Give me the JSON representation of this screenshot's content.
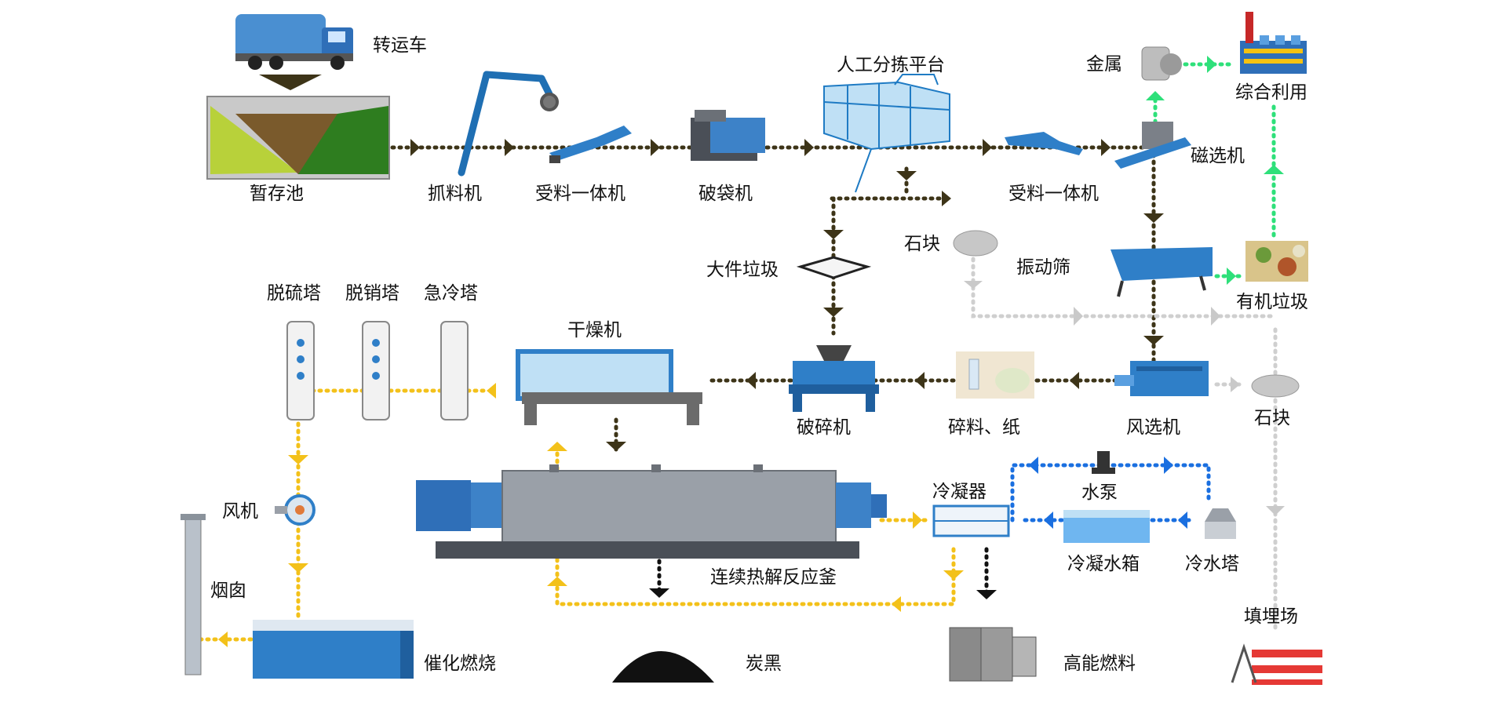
{
  "labels": {
    "transfer_truck": "转运车",
    "storage_pit": "暂存池",
    "grab_machine": "抓料机",
    "feeder_1": "受料一体机",
    "bag_breaker": "破袋机",
    "manual_sorting": "人工分拣平台",
    "feeder_2": "受料一体机",
    "magnetic_separator": "磁选机",
    "metal": "金属",
    "comprehensive_use": "综合利用",
    "large_waste": "大件垃圾",
    "stone_1": "石块",
    "vibrating_screen": "振动筛",
    "organic_waste": "有机垃圾",
    "desulfurization_tower": "脱硫塔",
    "denitration_tower": "脱销塔",
    "quench_tower": "急冷塔",
    "dryer": "干燥机",
    "shredder": "破碎机",
    "crushed_paper": "碎料、纸",
    "air_separator": "风选机",
    "stone_2": "石块",
    "fan": "风机",
    "condenser": "冷凝器",
    "water_pump": "水泵",
    "condensate_tank": "冷凝水箱",
    "cooling_tower": "冷水塔",
    "chimney": "烟囱",
    "pyrolysis_reactor": "连续热解反应釜",
    "landfill": "填埋场",
    "catalytic_combustion": "催化燃烧",
    "carbon_black": "炭黑",
    "high_energy_fuel": "高能燃料"
  },
  "colors": {
    "material_flow": "#3d3418",
    "gas_flow": "#f3c11a",
    "recycle_flow": "#2ee07a",
    "reject_flow": "#c9c9c9",
    "water_flow": "#1a6fe0",
    "char_flow": "#111111",
    "equipment_blue": "#2f7fc8",
    "equipment_grey": "#9aa0a8"
  }
}
